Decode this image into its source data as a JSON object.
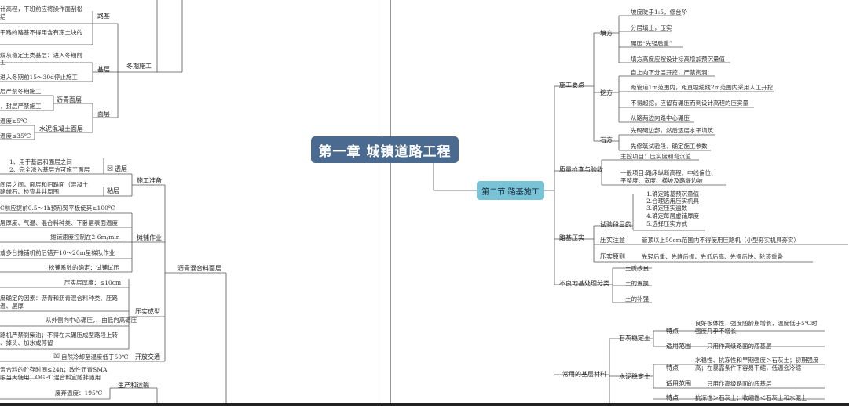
{
  "root": "第一章  城镇道路工程",
  "section": "第二节 路基施工",
  "left_winter": {
    "items": [
      "计高程，下班前应将操作面刮松",
      "结",
      "干路的路基不得用含有冻土块的",
      "煤灰稳定土类基层：进入冬期前",
      "工",
      "进入冬期前15～30d停止施工",
      "层严禁冬期施工",
      "，封层严禁施工",
      "温度≥5℃",
      "温度≤35℃"
    ],
    "labels": {
      "subgrade": "路基",
      "base": "基层",
      "winter": "冬期施工",
      "asphalt_surface": "沥青面层",
      "surface": "面层",
      "concrete_surface": "水泥混凝土面层"
    }
  },
  "left_asphalt": {
    "items": [
      "1、用于基层和面层之间",
      "2、完全渗入基层方可施工面层",
      "间层之间，面层和旧路面（混凝土",
      "路缘石、检查井井周围",
      "C前应提前0.5～1h预热熨平板使其≥100℃",
      "层厚度、气温、混合料种类、下卧层表面温度",
      "摊铺速度控制在2-6m/min",
      "或多台摊铺机前后错开10～20m呈梯队作业",
      "松铺系数的确定：试铺试压",
      "压实层厚度：≤10cm",
      "度确定的因素：沥青和沥青混合料种类、压路",
      "温、层厚",
      "从外侧向中心碾压，、由低向高碾压",
      "路机严禁刹柴油；不得在未碾压成型路段上转",
      "、掉头、加水或停留",
      "自然冷却至温度低于50℃",
      "混合料的贮存时间≤24h；改性沥青SMA",
      "限当天使用；OGFC混合料宜随拌随用",
      "废弃温度：195℃"
    ],
    "labels": {
      "permeable": "透层",
      "tack": "粘层",
      "prep": "施工准备",
      "paving": "摊铺作业",
      "compaction": "压实成型",
      "open": "开放交通",
      "production": "生产和运输",
      "mix_surface": "沥青混合料面层"
    }
  },
  "right_key": {
    "label": "施工要点",
    "fill": {
      "label": "填方",
      "items": [
        "坡度陡于1:5，修台阶",
        "分层填土，压实",
        "碾压“先轻后重”",
        "填方高度应按设计标高增加预沉量值"
      ]
    },
    "cut": {
      "label": "挖方",
      "items": [
        "自上向下分层开挖，严禁掏洞",
        "距管道1m范围内，距直埋缆线2m范围内采用人工开挖",
        "不得超挖，应留有碾压而到设计高程的压实量",
        "从路两边向路中心碾压"
      ]
    },
    "rock": {
      "label": "石方",
      "items": [
        "先码砌边部，然后逐层水平填筑",
        "先修筑试验段，确定施工参数"
      ]
    }
  },
  "right_quality": {
    "label": "质量检查与验收",
    "items": [
      "主控项目：压实度和弯沉值",
      "一般项目:路床纵断高程、中线偏位、",
      "平整度、宽度、横坡及路堤边坡"
    ]
  },
  "right_compaction": {
    "label": "路基压实",
    "trial": {
      "label": "试验段目的",
      "items": [
        "1.确定路基预沉量值",
        "2.合理选用压实机具",
        "3.确定压实遍数",
        "4.确定每层虚铺厚度",
        "5.选择压实方式"
      ]
    },
    "notice": {
      "label": "压实注意",
      "value": "管顶以上50cm范围内不得使用压路机（小型夯实机具夯实）"
    },
    "principle": {
      "label": "压实原则",
      "value": "先轻后重、先静后振、先低后高、先慢后快、轮迹重叠"
    }
  },
  "right_poor": {
    "label": "不良地基处理分类",
    "items": [
      "土质改良",
      "土的置换",
      "土的补强"
    ]
  },
  "right_base": {
    "label": "常用的基层材料",
    "lime": {
      "label": "石灰稳定土",
      "feature_label": "特点",
      "feature": [
        "良好板体性，强度随龄期增长，温度低于5℃时",
        "强度几乎不增长"
      ],
      "scope_label": "适用范围",
      "scope": "只用作高级路面的底基层"
    },
    "cement": {
      "label": "水泥稳定土",
      "feature_label": "特点",
      "feature": [
        "水稳性、抗冻性和早期强度＞石灰土；初期强度",
        "高；在暴露条件下容易干缩，低温会冷缩"
      ],
      "scope_label": "适用范围",
      "scope": "只用作高级路面的底基层"
    },
    "last": {
      "label": "特点",
      "value": "抗冻性＞石灰土；收缩性＜石灰土和水泥土"
    }
  }
}
